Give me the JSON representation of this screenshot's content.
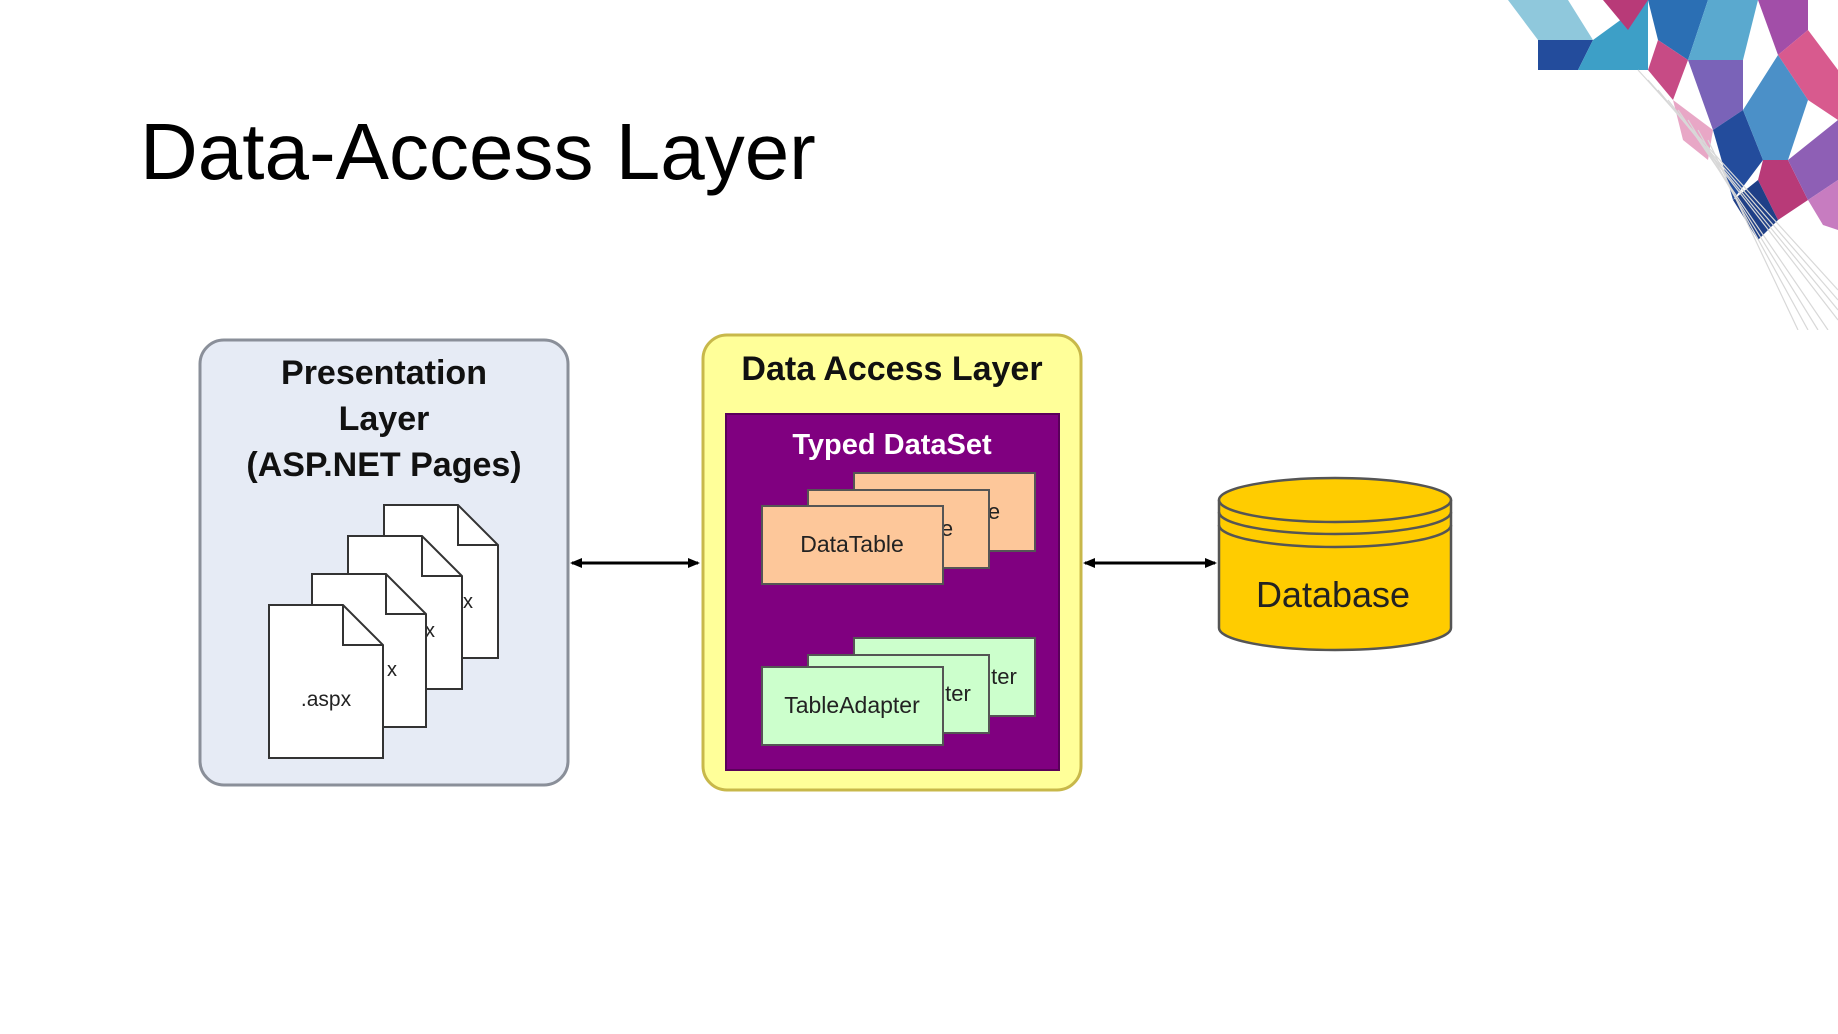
{
  "slide": {
    "title": "Data-Access Layer"
  },
  "diagram": {
    "presentation_layer": {
      "title_lines": [
        "Presentation",
        "Layer",
        "(ASP.NET Pages)"
      ],
      "pages": [
        {
          "label": "x"
        },
        {
          "label": "x"
        },
        {
          "label": "x"
        },
        {
          "label": ".aspx"
        }
      ]
    },
    "data_access_layer": {
      "title": "Data Access Layer",
      "typed_dataset": {
        "title": "Typed DataSet",
        "datatables": [
          {
            "label": "e"
          },
          {
            "label": "e"
          },
          {
            "label": "DataTable"
          }
        ],
        "tableadapters": [
          {
            "label": "ter"
          },
          {
            "label": "ter"
          },
          {
            "label": "TableAdapter"
          }
        ]
      }
    },
    "database": {
      "label": "Database"
    }
  },
  "colors": {
    "presentation_fill": "#e6ebf5",
    "presentation_stroke": "#8a8f99",
    "dal_fill": "#ffff99",
    "dal_stroke": "#c8b84a",
    "dataset_fill": "#800080",
    "datatable_fill": "#fdc79a",
    "tableadapter_fill": "#ccffcc",
    "database_fill": "#ffcc00",
    "arrow": "#000000"
  }
}
